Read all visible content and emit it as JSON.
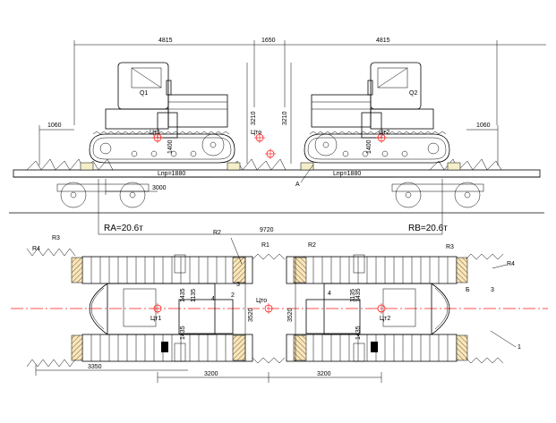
{
  "dimensions": {
    "top_left_length": "4815",
    "top_gap": "1650",
    "top_right_length": "4815",
    "left_overhang": "1060",
    "right_overhang": "1060",
    "height_left": "3210",
    "height_right": "3210",
    "cg_height_left": "1400",
    "cg_height_right": "1400",
    "lpr_left": "Lпр=1880",
    "lpr_right": "Lпр=1880",
    "offset_3000": "3000",
    "plan_total": "9720",
    "plan_width_left": "3520",
    "plan_width_right": "3520",
    "plan_bottom_left": "3350",
    "plan_bottom_mid_left": "3200",
    "plan_bottom_mid_right": "3200",
    "track_a": "1435",
    "track_b": "1435",
    "track_c": "1435",
    "track_d": "1435",
    "track_gauge_left": "1135",
    "track_gauge_right": "1135"
  },
  "labels": {
    "q1": "Q1",
    "q2": "Q2",
    "ct1": "Цт1",
    "ct2": "Цт2",
    "cto": "Цто",
    "a": "A",
    "b": "Б",
    "reaction_a": "RA=20.6т",
    "reaction_b": "RB=20.6т",
    "r1": "R1",
    "r2": "R2",
    "r3": "R3",
    "r4": "R4",
    "r2_right": "R2",
    "r3_right": "R3",
    "r4_right": "R4",
    "n1": "1",
    "n2": "2",
    "n3": "3",
    "n4": "4",
    "n3_right": "3",
    "n4_right": "4"
  },
  "colors": {
    "axis": "#ff1a1a",
    "wood": "#f4efc8",
    "accent": "#f6d7a8"
  }
}
